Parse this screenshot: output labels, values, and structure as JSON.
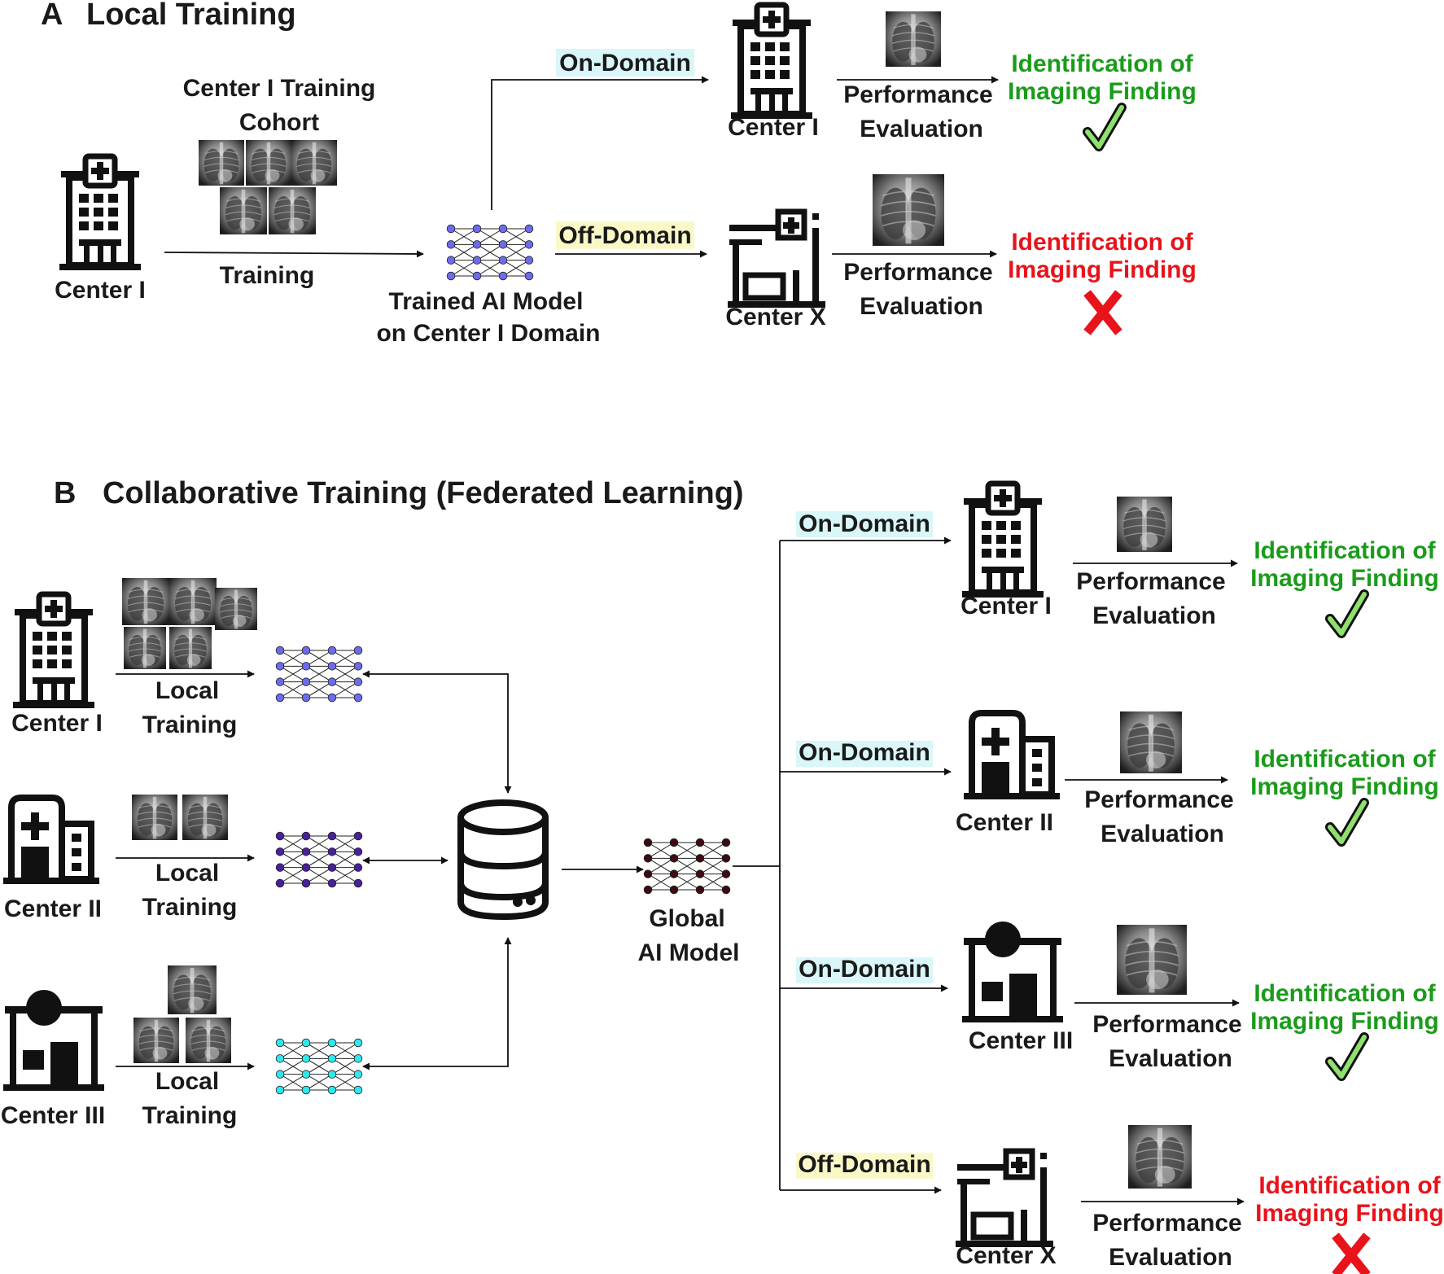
{
  "colors": {
    "positive": "#1a9c1a",
    "negative": "#e8131b",
    "on_domain_highlight": "#d9f6f8",
    "off_domain_highlight": "#fbf8c8",
    "local_model_node": "#6a6cf0",
    "center2_model_node": "#4b1e9e",
    "center3_model_node": "#2ee8ee",
    "global_model_node": "#3a0c12"
  },
  "icons": {
    "hospital_tower": "hospital-building-icon",
    "hospital_wide": "hospital-wide-icon",
    "clinic": "clinic-icon",
    "center_x": "hospital-facility-icon",
    "database": "database-icon",
    "neural_net": "neural-network-icon",
    "check": "checkmark-icon",
    "cross": "x-mark-icon",
    "xray": "chest-xray-image"
  },
  "panel_a": {
    "letter": "A",
    "title": "Local Training",
    "source_center": "Center I",
    "cohort_line1": "Center I Training",
    "cohort_line2": "Cohort",
    "training": "Training",
    "model_line1": "Trained AI Model",
    "model_line2": "on Center I Domain",
    "on_domain": "On-Domain",
    "off_domain": "Off-Domain",
    "target_on": "Center I",
    "target_off": "Center X",
    "perf1": "Performance",
    "perf2": "Evaluation",
    "result1": "Identification of",
    "result2": "Imaging Finding"
  },
  "panel_b": {
    "letter": "B",
    "title": "Collaborative Training (Federated Learning)",
    "centers": [
      "Center I",
      "Center II",
      "Center III"
    ],
    "local1": "Local",
    "local2": "Training",
    "global1": "Global",
    "global2": "AI Model",
    "rows": [
      {
        "domain": "On-Domain",
        "center": "Center I",
        "result": "positive"
      },
      {
        "domain": "On-Domain",
        "center": "Center II",
        "result": "positive"
      },
      {
        "domain": "On-Domain",
        "center": "Center III",
        "result": "positive"
      },
      {
        "domain": "Off-Domain",
        "center": "Center X",
        "result": "negative"
      }
    ],
    "perf1": "Performance",
    "perf2": "Evaluation",
    "result1": "Identification of",
    "result2": "Imaging Finding"
  }
}
